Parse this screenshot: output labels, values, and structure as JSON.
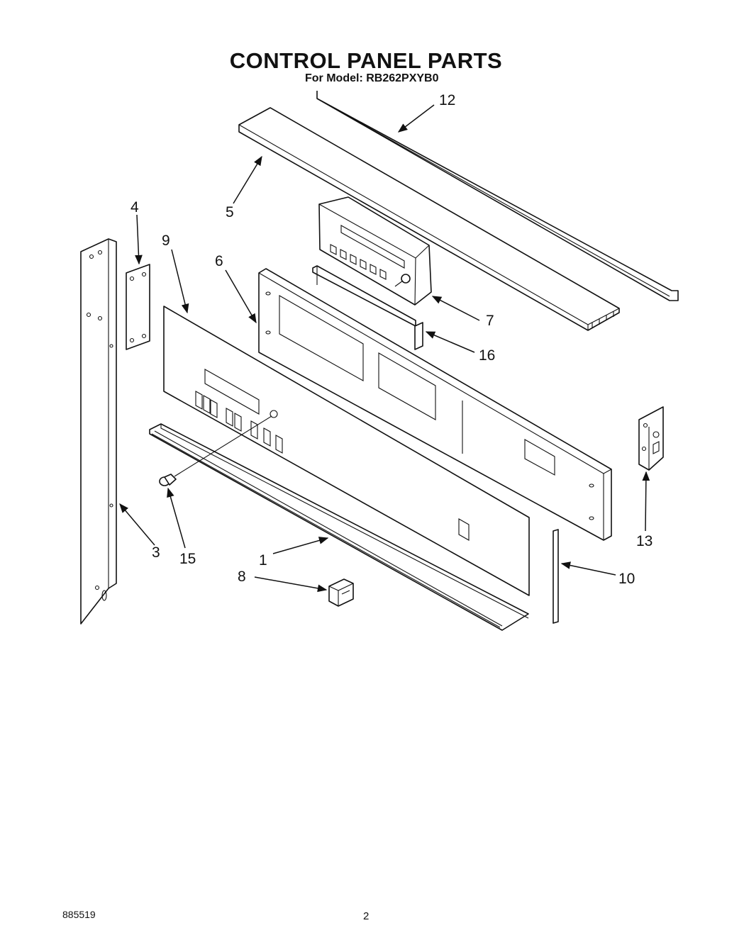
{
  "header": {
    "title": "CONTROL PANEL PARTS",
    "subtitle": "For Model: RB262PXYB0"
  },
  "footer": {
    "doc_number": "885519",
    "page_number": "2"
  },
  "callouts": [
    "1",
    "3",
    "4",
    "5",
    "6",
    "7",
    "8",
    "9",
    "10",
    "12",
    "13",
    "15",
    "16"
  ]
}
